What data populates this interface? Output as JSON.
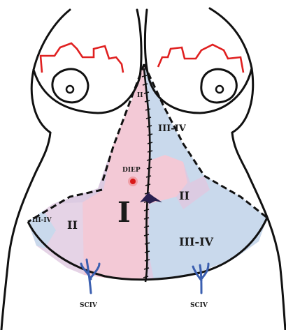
{
  "diagram": {
    "zone_labels": {
      "top_ii": "II",
      "upper_right_iii_iv": "III-IV",
      "perforator": "DIEP",
      "zone_i": "I",
      "right_ii": "II",
      "left_ii": "II",
      "left_iii_iv": "III-IV",
      "lower_right_iii_iv": "III-IV"
    },
    "vessel_labels": {
      "left": "SCIV",
      "right": "SCIV"
    },
    "colors": {
      "outline": "#111111",
      "nipple_outline": "#e02020",
      "zone_pink": "#f3c9d6",
      "zone_blue": "#c9d9ec",
      "zone_lavender": "#dccbe2",
      "perforator_dot": "#d81818",
      "vein_blue": "#3b5fb0"
    }
  }
}
